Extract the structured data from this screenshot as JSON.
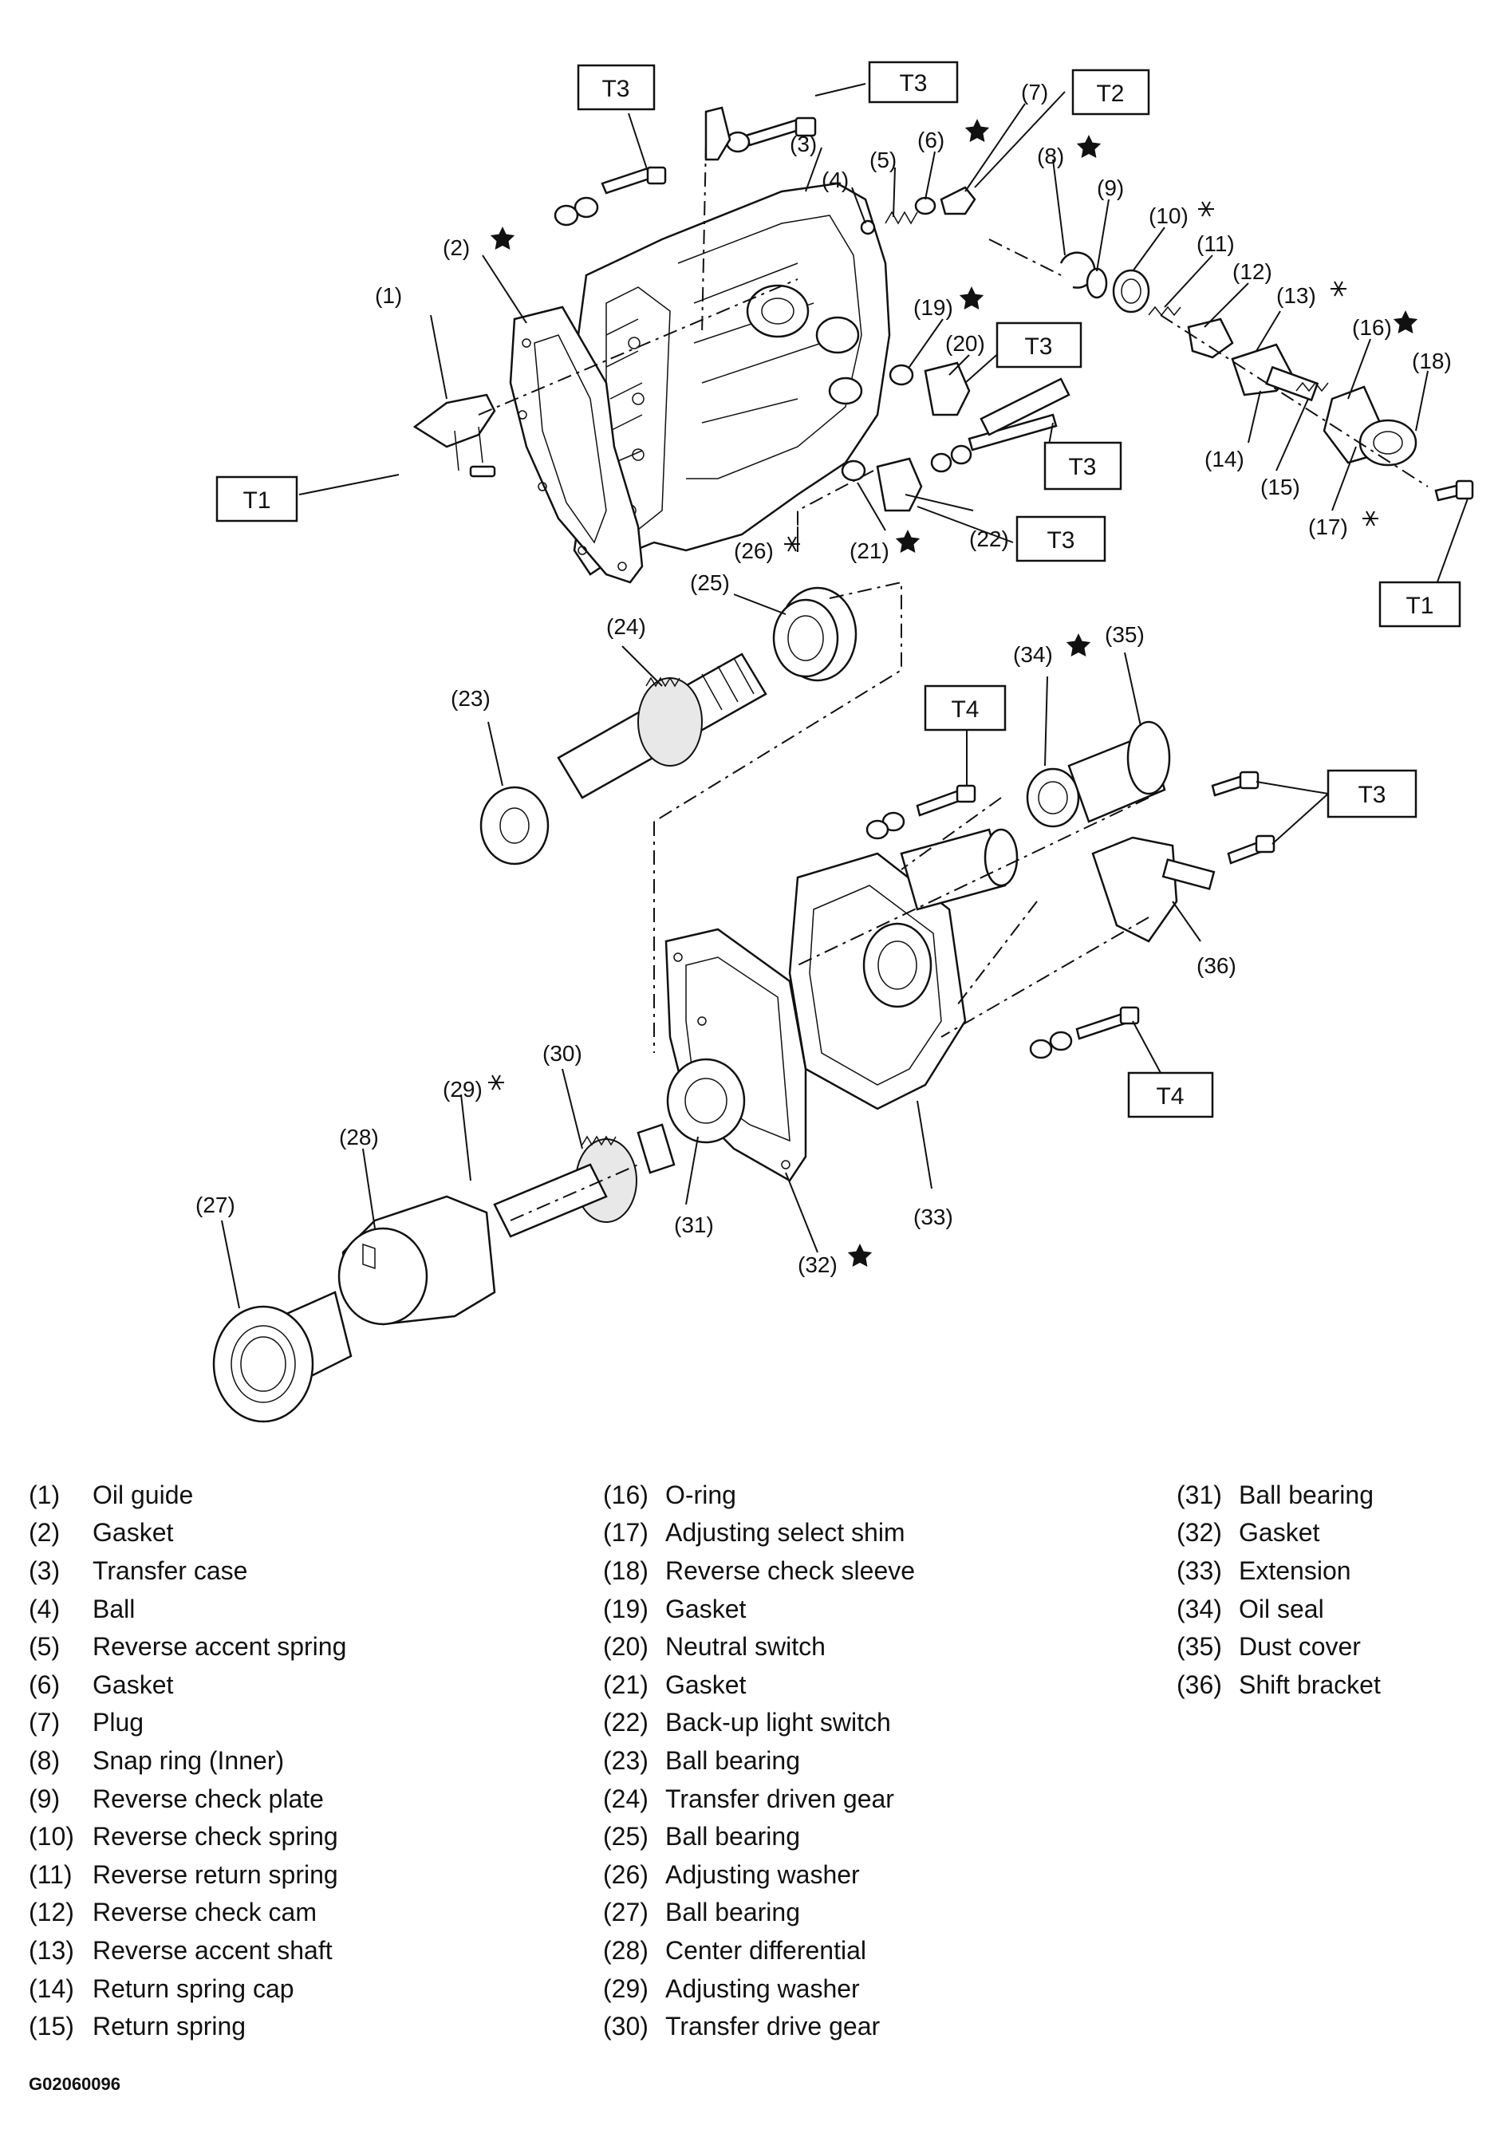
{
  "callouts": [
    "(1)",
    "(2)",
    "(3)",
    "(4)",
    "(5)",
    "(6)",
    "(7)",
    "(8)",
    "(9)",
    "(10)",
    "(11)",
    "(12)",
    "(13)",
    "(14)",
    "(15)",
    "(16)",
    "(17)",
    "(18)",
    "(19)",
    "(20)",
    "(21)",
    "(22)",
    "(23)",
    "(24)",
    "(25)",
    "(26)",
    "(27)",
    "(28)",
    "(29)",
    "(30)",
    "(31)",
    "(32)",
    "(33)",
    "(34)",
    "(35)",
    "(36)"
  ],
  "torque_labels": [
    "T1",
    "T2",
    "T3",
    "T4"
  ],
  "legend": [
    {
      "num": "(1)",
      "name": "Oil guide"
    },
    {
      "num": "(2)",
      "name": "Gasket"
    },
    {
      "num": "(3)",
      "name": "Transfer case"
    },
    {
      "num": "(4)",
      "name": "Ball"
    },
    {
      "num": "(5)",
      "name": "Reverse accent spring"
    },
    {
      "num": "(6)",
      "name": "Gasket"
    },
    {
      "num": "(7)",
      "name": "Plug"
    },
    {
      "num": "(8)",
      "name": "Snap ring (Inner)"
    },
    {
      "num": "(9)",
      "name": "Reverse check plate"
    },
    {
      "num": "(10)",
      "name": "Reverse check spring"
    },
    {
      "num": "(11)",
      "name": "Reverse return spring"
    },
    {
      "num": "(12)",
      "name": "Reverse check cam"
    },
    {
      "num": "(13)",
      "name": "Reverse accent shaft"
    },
    {
      "num": "(14)",
      "name": "Return spring cap"
    },
    {
      "num": "(15)",
      "name": "Return spring"
    },
    {
      "num": "(16)",
      "name": "O-ring"
    },
    {
      "num": "(17)",
      "name": "Adjusting select shim"
    },
    {
      "num": "(18)",
      "name": "Reverse check sleeve"
    },
    {
      "num": "(19)",
      "name": "Gasket"
    },
    {
      "num": "(20)",
      "name": "Neutral switch"
    },
    {
      "num": "(21)",
      "name": "Gasket"
    },
    {
      "num": "(22)",
      "name": "Back-up light switch"
    },
    {
      "num": "(23)",
      "name": "Ball bearing"
    },
    {
      "num": "(24)",
      "name": "Transfer driven gear"
    },
    {
      "num": "(25)",
      "name": "Ball bearing"
    },
    {
      "num": "(26)",
      "name": "Adjusting washer"
    },
    {
      "num": "(27)",
      "name": "Ball bearing"
    },
    {
      "num": "(28)",
      "name": "Center differential"
    },
    {
      "num": "(29)",
      "name": "Adjusting washer"
    },
    {
      "num": "(30)",
      "name": "Transfer drive gear"
    },
    {
      "num": "(31)",
      "name": "Ball bearing"
    },
    {
      "num": "(32)",
      "name": "Gasket"
    },
    {
      "num": "(33)",
      "name": "Extension"
    },
    {
      "num": "(34)",
      "name": "Oil seal"
    },
    {
      "num": "(35)",
      "name": "Dust cover"
    },
    {
      "num": "(36)",
      "name": "Shift bracket"
    }
  ],
  "figure_code": "G02060096"
}
